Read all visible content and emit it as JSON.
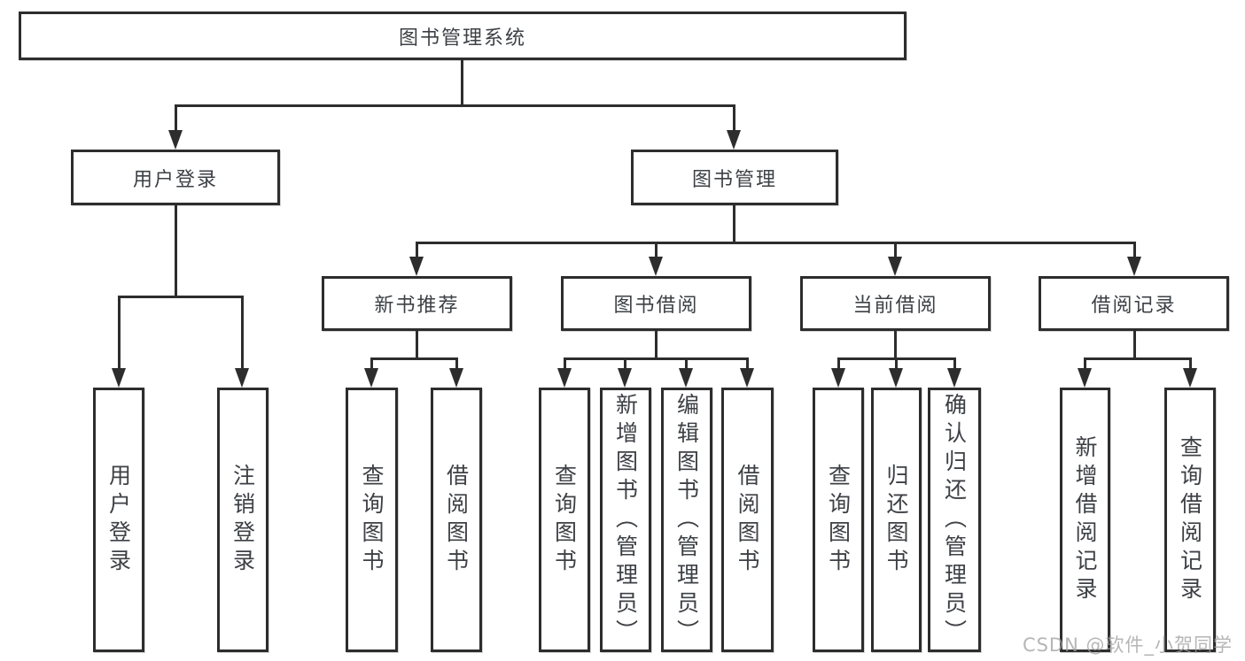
{
  "tree": {
    "root": {
      "label": "图书管理系统",
      "children": [
        {
          "label": "用户登录",
          "children": [
            {
              "label": "用户登录"
            },
            {
              "label": "注销登录"
            }
          ]
        },
        {
          "label": "图书管理",
          "children": [
            {
              "label": "新书推荐",
              "children": [
                {
                  "label": "查询图书"
                },
                {
                  "label": "借阅图书"
                }
              ]
            },
            {
              "label": "图书借阅",
              "children": [
                {
                  "label": "查询图书"
                },
                {
                  "label": "新增图书（管理员）"
                },
                {
                  "label": "编辑图书（管理员）"
                },
                {
                  "label": "借阅图书"
                }
              ]
            },
            {
              "label": "当前借阅",
              "children": [
                {
                  "label": "查询图书"
                },
                {
                  "label": "归还图书"
                },
                {
                  "label": "确认归还（管理员）"
                }
              ]
            },
            {
              "label": "借阅记录",
              "children": [
                {
                  "label": "新增借阅记录"
                },
                {
                  "label": "查询借阅记录"
                }
              ]
            }
          ]
        }
      ]
    }
  },
  "watermark": "CSDN @软件_小贺同学",
  "colors": {
    "line": "#2d2d2d",
    "text": "#3d4045",
    "background": "#ffffff",
    "watermark": "#9e9e9e"
  }
}
